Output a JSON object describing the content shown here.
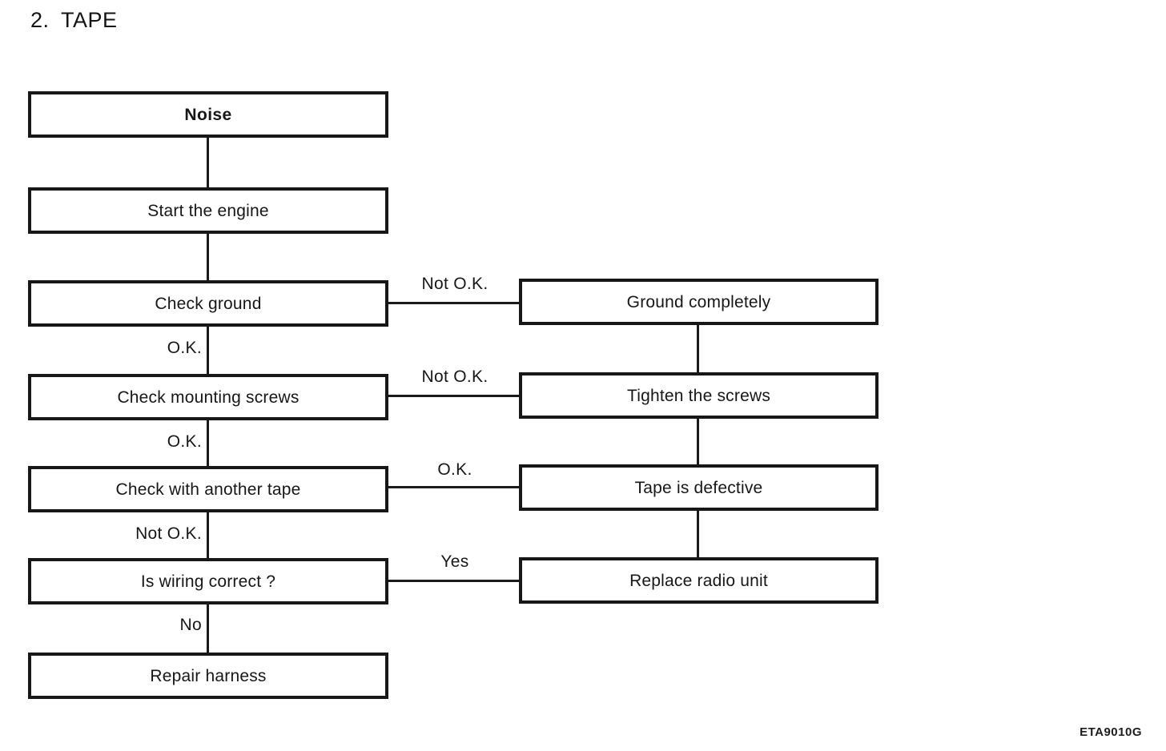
{
  "page": {
    "title": "2. TAPE",
    "figure_code": "ETA9010G"
  },
  "colors": {
    "ink": "#171717",
    "background": "#ffffff"
  },
  "flowchart": {
    "nodes": [
      {
        "id": "noise",
        "label": "Noise",
        "emphasis": "bold",
        "column": "left"
      },
      {
        "id": "start-engine",
        "label": "Start the engine",
        "column": "left"
      },
      {
        "id": "check-ground",
        "label": "Check ground",
        "column": "left"
      },
      {
        "id": "check-mounting-screws",
        "label": "Check mounting screws",
        "column": "left"
      },
      {
        "id": "check-another-tape",
        "label": "Check with another tape",
        "column": "left"
      },
      {
        "id": "is-wiring-correct",
        "label": "Is wiring correct ?",
        "column": "left"
      },
      {
        "id": "repair-harness",
        "label": "Repair harness",
        "column": "left"
      },
      {
        "id": "ground-completely",
        "label": "Ground completely",
        "column": "right"
      },
      {
        "id": "tighten-screws",
        "label": "Tighten the screws",
        "column": "right"
      },
      {
        "id": "tape-defective",
        "label": "Tape is defective",
        "column": "right"
      },
      {
        "id": "replace-radio-unit",
        "label": "Replace radio unit",
        "column": "right"
      }
    ],
    "edges": [
      {
        "from": "noise",
        "to": "start-engine",
        "label": ""
      },
      {
        "from": "start-engine",
        "to": "check-ground",
        "label": ""
      },
      {
        "from": "check-ground",
        "to": "check-mounting-screws",
        "label": "O.K."
      },
      {
        "from": "check-ground",
        "to": "ground-completely",
        "label": "Not O.K."
      },
      {
        "from": "check-mounting-screws",
        "to": "check-another-tape",
        "label": "O.K."
      },
      {
        "from": "check-mounting-screws",
        "to": "tighten-screws",
        "label": "Not O.K."
      },
      {
        "from": "check-another-tape",
        "to": "is-wiring-correct",
        "label": "Not O.K."
      },
      {
        "from": "check-another-tape",
        "to": "tape-defective",
        "label": "O.K."
      },
      {
        "from": "is-wiring-correct",
        "to": "repair-harness",
        "label": "No"
      },
      {
        "from": "is-wiring-correct",
        "to": "replace-radio-unit",
        "label": "Yes"
      },
      {
        "from": "ground-completely",
        "to": "tighten-screws",
        "label": ""
      },
      {
        "from": "tighten-screws",
        "to": "tape-defective",
        "label": ""
      },
      {
        "from": "tape-defective",
        "to": "replace-radio-unit",
        "label": ""
      }
    ]
  }
}
